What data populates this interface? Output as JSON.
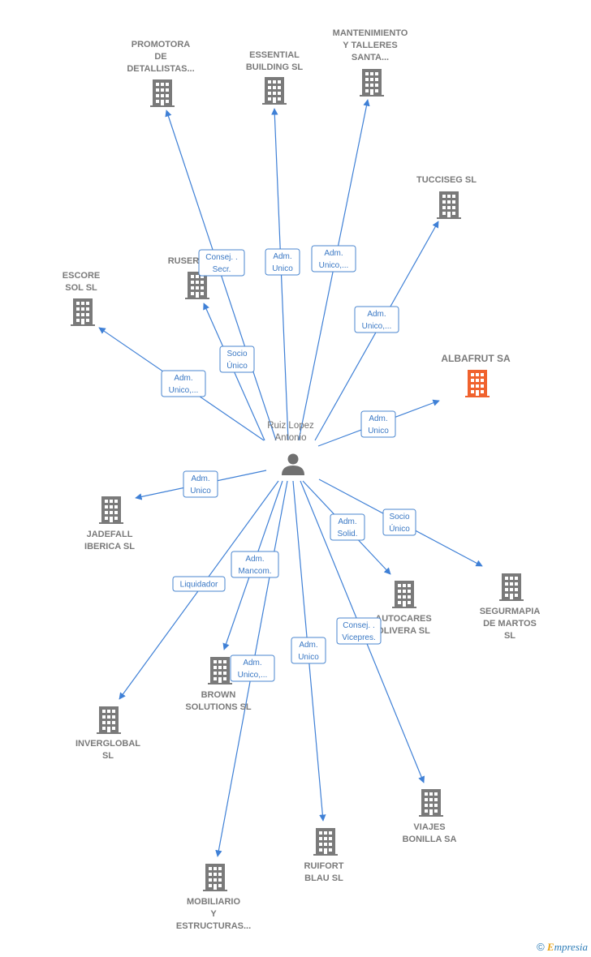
{
  "person": {
    "name_lines": [
      "Ruiz Lopez",
      "Antonio"
    ]
  },
  "colors": {
    "edge": "#3f80d6",
    "building": "#7a7a7a",
    "highlight": "#f0622e",
    "role_text": "#3a78c4"
  },
  "icons": {
    "company": "building-icon",
    "person": "person-icon"
  },
  "companies": [
    {
      "id": "promotora",
      "lines": [
        "PROMOTORA",
        "DE",
        "DETALLISTAS..."
      ],
      "highlight": false
    },
    {
      "id": "essential",
      "lines": [
        "ESSENTIAL",
        "BUILDING SL"
      ],
      "highlight": false
    },
    {
      "id": "mantenimiento",
      "lines": [
        "MANTENIMIENTO",
        "Y TALLERES",
        "SANTA..."
      ],
      "highlight": false
    },
    {
      "id": "tucciseg",
      "lines": [
        "TUCCISEG  SL"
      ],
      "highlight": false
    },
    {
      "id": "ruser",
      "lines": [
        "RUSER"
      ],
      "highlight": false
    },
    {
      "id": "escore",
      "lines": [
        "ESCORE",
        "SOL  SL"
      ],
      "highlight": false
    },
    {
      "id": "albafrut",
      "lines": [
        "ALBAFRUT SA"
      ],
      "highlight": true
    },
    {
      "id": "jadefall",
      "lines": [
        "JADEFALL",
        "IBERICA SL"
      ],
      "highlight": false
    },
    {
      "id": "autocares",
      "lines": [
        "AUTOCARES",
        "OLIVERA SL"
      ],
      "highlight": false
    },
    {
      "id": "segurmapia",
      "lines": [
        "SEGURMAPIA",
        "DE MARTOS",
        "SL"
      ],
      "highlight": false
    },
    {
      "id": "inverglobal",
      "lines": [
        "INVERGLOBAL",
        "SL"
      ],
      "highlight": false
    },
    {
      "id": "brown",
      "lines": [
        "BROWN",
        "SOLUTIONS SL"
      ],
      "highlight": false
    },
    {
      "id": "viajes",
      "lines": [
        "VIAJES",
        "BONILLA SA"
      ],
      "highlight": false
    },
    {
      "id": "ruifort",
      "lines": [
        "RUIFORT",
        "BLAU SL"
      ],
      "highlight": false
    },
    {
      "id": "mobiliario",
      "lines": [
        "MOBILIARIO",
        "Y",
        "ESTRUCTURAS..."
      ],
      "highlight": false
    }
  ],
  "relations": [
    {
      "target": "promotora",
      "role_lines": [
        "Consej. .",
        "Secr."
      ]
    },
    {
      "target": "essential",
      "role_lines": [
        "Adm.",
        "Unico"
      ]
    },
    {
      "target": "mantenimiento",
      "role_lines": [
        "Adm.",
        "Unico,..."
      ]
    },
    {
      "target": "tucciseg",
      "role_lines": [
        "Adm.",
        "Unico,..."
      ]
    },
    {
      "target": "ruser",
      "role_lines": [
        "Socio",
        "Único"
      ]
    },
    {
      "target": "escore",
      "role_lines": [
        "Adm.",
        "Unico,..."
      ]
    },
    {
      "target": "albafrut",
      "role_lines": [
        "Adm.",
        "Unico"
      ]
    },
    {
      "target": "jadefall",
      "role_lines": [
        "Adm.",
        "Unico"
      ]
    },
    {
      "target": "autocares",
      "role_lines": [
        "Adm.",
        "Solid."
      ]
    },
    {
      "target": "segurmapia",
      "role_lines": [
        "Socio",
        "Único"
      ]
    },
    {
      "target": "inverglobal",
      "role_lines": [
        "Liquidador"
      ]
    },
    {
      "target": "brown",
      "role_lines": [
        "Adm.",
        "Mancom."
      ]
    },
    {
      "target": "mobiliario",
      "role_lines": [
        "Adm.",
        "Unico,..."
      ]
    },
    {
      "target": "ruifort",
      "role_lines": [
        "Adm.",
        "Unico"
      ]
    },
    {
      "target": "viajes",
      "role_lines": [
        "Consej. .",
        "Vicepres."
      ]
    }
  ],
  "footer": {
    "copyright": "©",
    "brand_initial": "E",
    "brand_rest": "mpresia"
  }
}
